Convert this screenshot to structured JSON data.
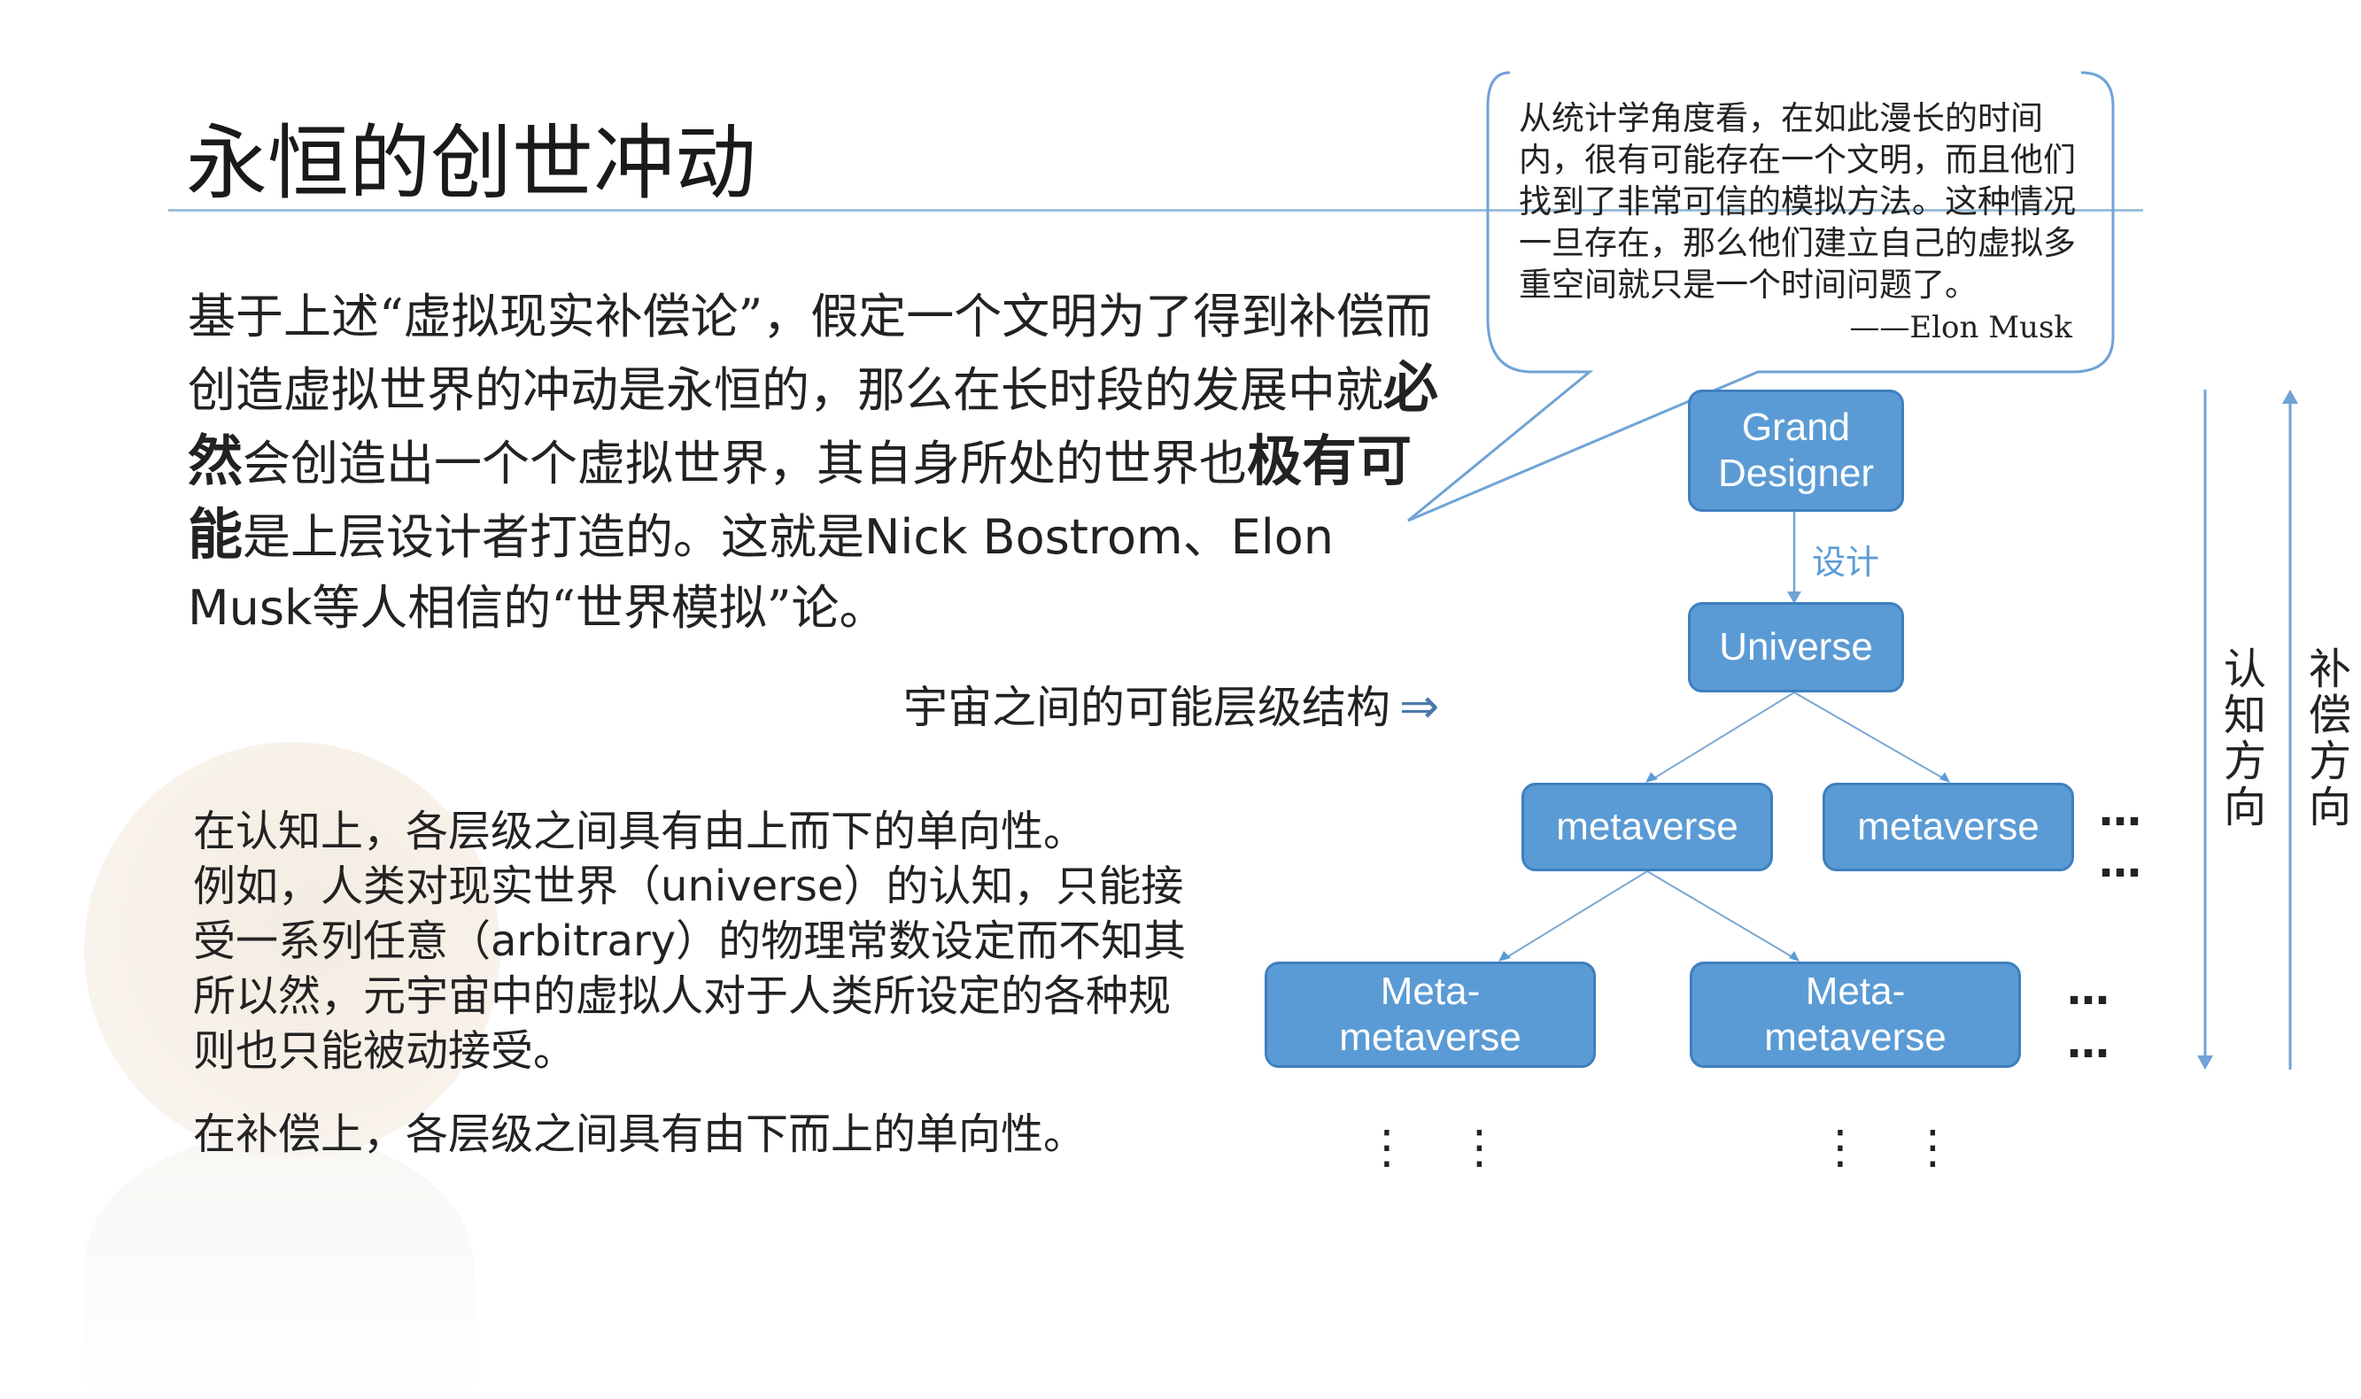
{
  "slide": {
    "title": "永恒的创世冲动",
    "intro": {
      "p1": "基于上述“虚拟现实补偿论”，假定一个文明为了得到补偿而创造虚拟世界的冲动是永恒的，那么在长时段的发展中就",
      "b1": "必然",
      "p2": "会创造出一个个虚拟世界，其自身所处的世界也",
      "b2": "极有可能",
      "p3": "是上层设计者打造的。这就是",
      "en1": "Nick Bostrom",
      "p4": "、",
      "en2": "Elon Musk",
      "p5": "等人相信的“世界模拟”论。"
    },
    "structure_label": "宇宙之间的可能层级结构",
    "structure_arrow": "⇒",
    "cognition": {
      "lead": "在认知上，各层级之间具有由上而下的单向性。",
      "l2a": "例如，人类对现实世界（",
      "l2en": "universe",
      "l2b": "）的认知，只能接",
      "l3a": "受一系列任意（",
      "l3en": "arbitrary",
      "l3b": "）的物理常数设定而不知其",
      "l4": "所以然，元宇宙中的虚拟人对于人类所设定的各种规",
      "l5": "则也只能被动接受。"
    },
    "compensation": "在补偿上，各层级之间具有由下而上的单向性。",
    "quote": {
      "text": "从统计学角度看，在如此漫长的时间内，很有可能存在一个文明，而且他们找到了非常可信的模拟方法。这种情况一旦存在，那么他们建立自己的虚拟多重空间就只是一个时间问题了。",
      "author": "——Elon Musk"
    },
    "diagram": {
      "grand_designer": "Grand Designer",
      "design_label": "设计",
      "universe": "Universe",
      "metaverse": "metaverse",
      "meta_metaverse": "Meta-metaverse",
      "ellipsis": "…",
      "vellipsis": "⋮ ⋮",
      "cognition_direction": [
        "认",
        "知",
        "方",
        "向"
      ],
      "compensation_direction": [
        "补",
        "偿",
        "方",
        "向"
      ]
    }
  }
}
